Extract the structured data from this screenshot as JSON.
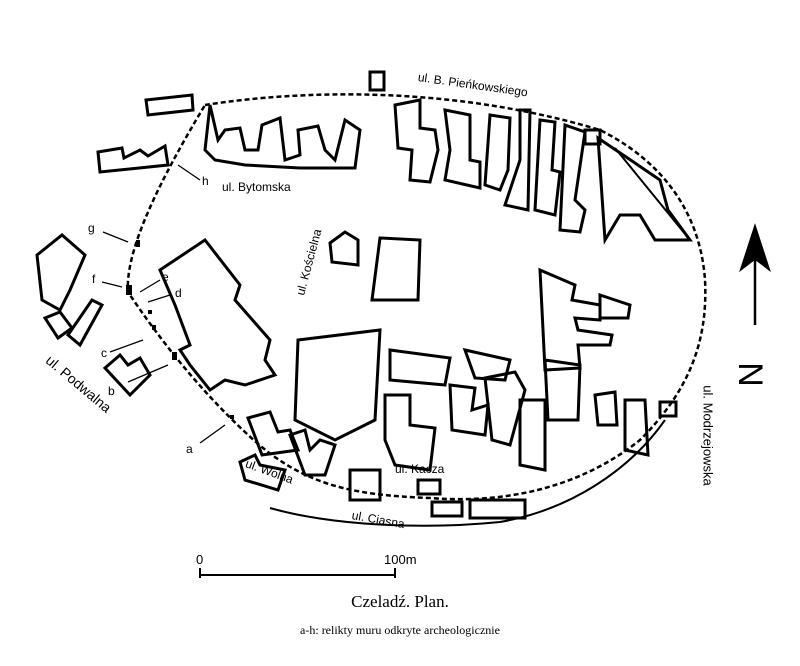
{
  "title": "Czeladź. Plan.",
  "subtitle": "a-h: relikty muru odkryte archeologicznie",
  "streets": {
    "pienkowskiego": "ul. B. Pieńkowskiego",
    "bytomska": "ul. Bytomska",
    "koscielna": "ul. Kościelna",
    "podwalna": "ul. Podwalna",
    "wolna": "ul. Wolna",
    "kacza": "ul. Kacza",
    "ciasna": "ul. Ciasna",
    "modrzejowska": "ul. Modrzejowska"
  },
  "markers": {
    "a": "a",
    "b": "b",
    "c": "c",
    "d": "d",
    "e": "e",
    "f": "f",
    "g": "g",
    "h": "h"
  },
  "scale": {
    "start": "0",
    "end": "100m"
  },
  "north": "N",
  "colors": {
    "ink": "#000000",
    "background": "#ffffff"
  }
}
